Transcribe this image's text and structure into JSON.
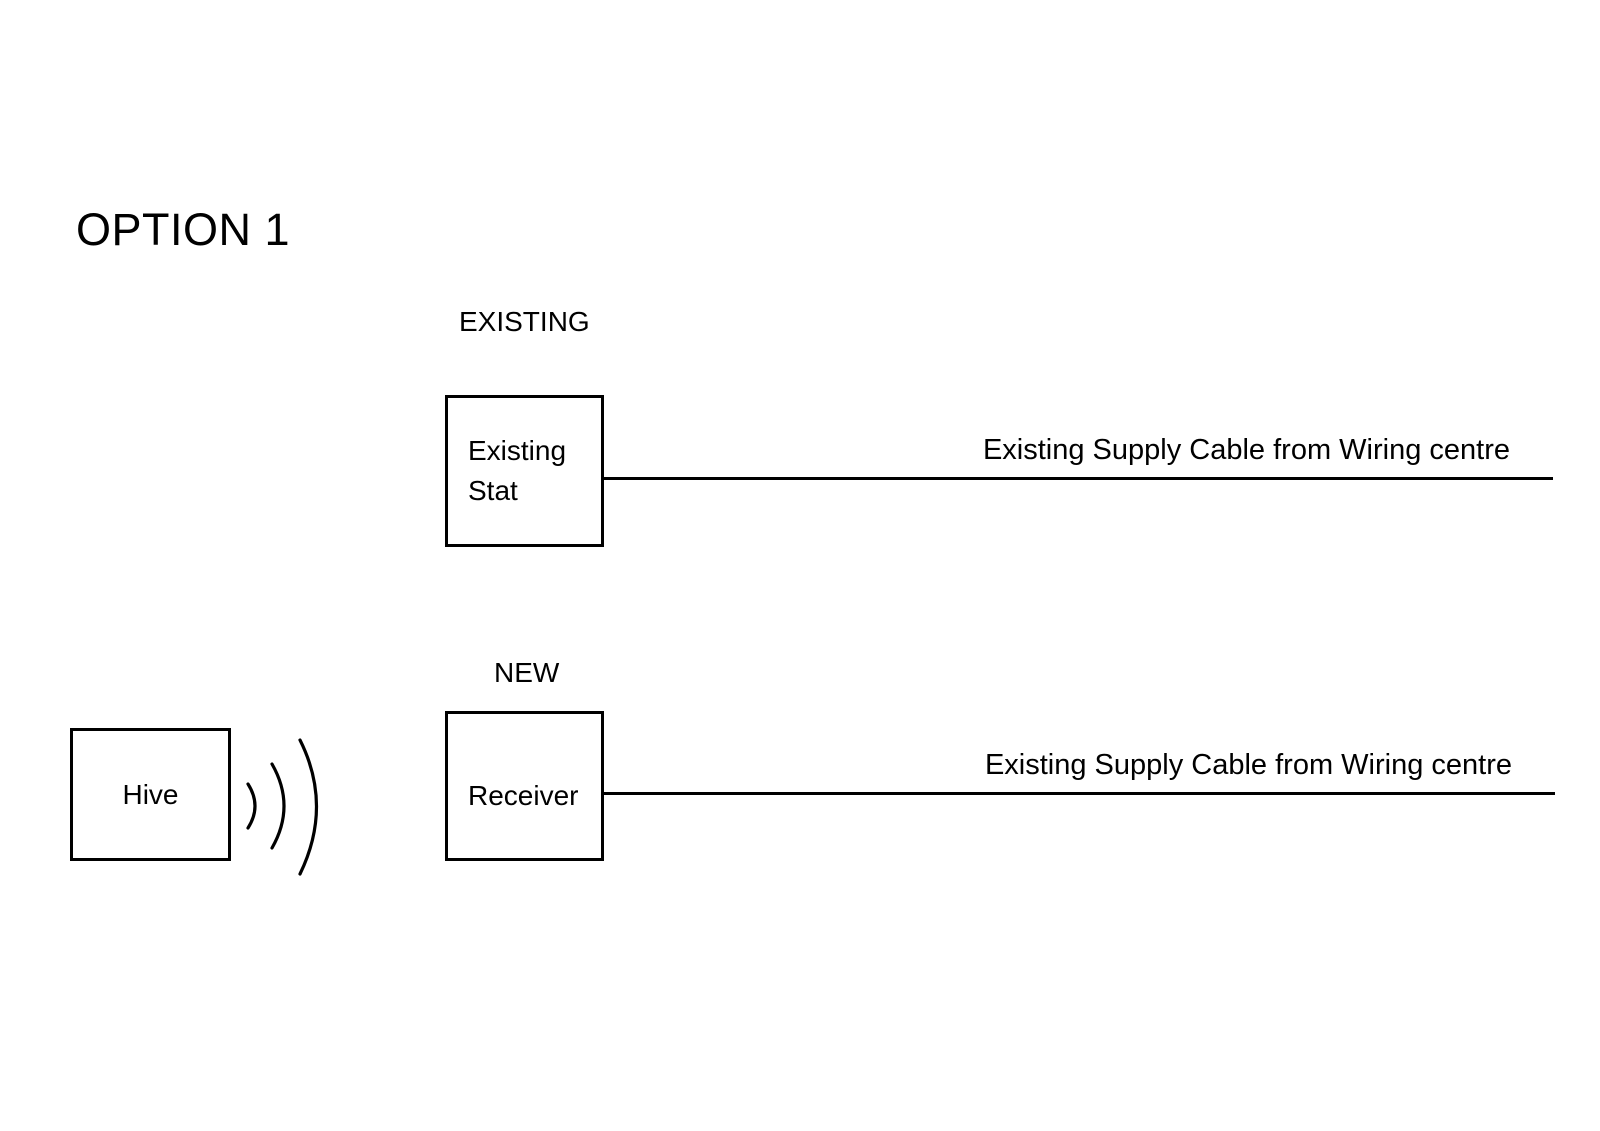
{
  "diagram": {
    "title": "OPTION 1",
    "sections": {
      "existing": {
        "caption": "EXISTING",
        "box_label_line1": "Existing",
        "box_label_line2": "Stat",
        "cable_label": "Existing Supply Cable from Wiring centre"
      },
      "new": {
        "caption": "NEW",
        "box_label": "Receiver",
        "cable_label": "Existing Supply Cable from Wiring centre"
      }
    },
    "controller": {
      "box_label": "Hive",
      "wireless_icon": "wireless-signal-icon"
    },
    "colors": {
      "stroke": "#000000",
      "background": "#ffffff",
      "text": "#000000"
    }
  }
}
